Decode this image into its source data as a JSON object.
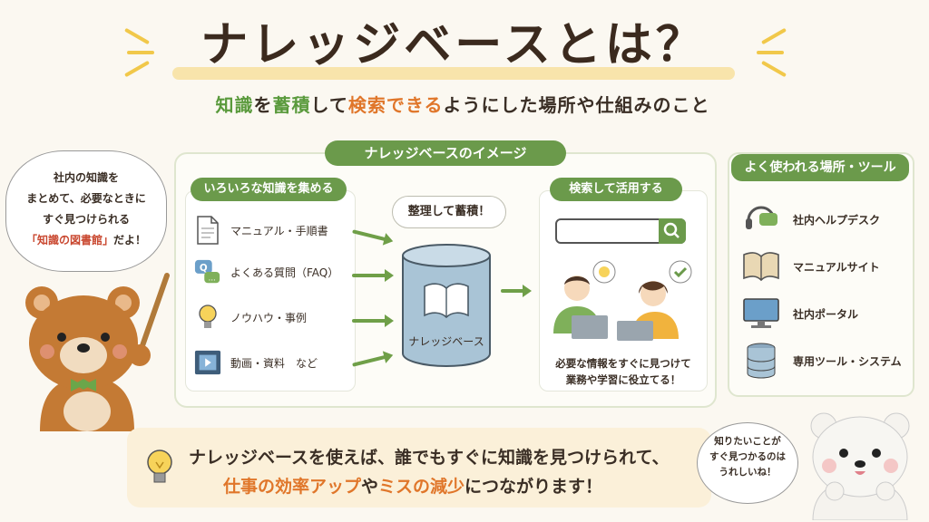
{
  "title": "ナレッジベースとは？",
  "subtitle": {
    "part1": "知識",
    "part2": "を",
    "part3": "蓄積",
    "part4": "して",
    "part5": "検索できる",
    "part6": "ようにした場所や仕組みのこと"
  },
  "image_section": {
    "label": "ナレッジベースのイメージ",
    "collect_label": "いろいろな知識を集める",
    "knowledge_items": [
      {
        "label": "マニュアル・手順書",
        "icon": "document-icon"
      },
      {
        "label": "よくある質問（FAQ）",
        "icon": "faq-bubble-icon"
      },
      {
        "label": "ノウハウ・事例",
        "icon": "lightbulb-icon"
      },
      {
        "label": "動画・資料　など",
        "icon": "video-icon"
      }
    ],
    "organize_label": "整理して蓄積！",
    "database_label": "ナレッジベース",
    "search_label": "検索して活用する",
    "search_caption_line1": "必要な情報をすぐに見つけて",
    "search_caption_line2": "業務や学習に役立てる！"
  },
  "tools": {
    "label": "よく使われる場所・ツール",
    "items": [
      {
        "label": "社内ヘルプデスク",
        "icon": "headset-icon"
      },
      {
        "label": "マニュアルサイト",
        "icon": "book-icon"
      },
      {
        "label": "社内ポータル",
        "icon": "monitor-icon"
      },
      {
        "label": "専用ツール・システム",
        "icon": "database-icon"
      }
    ]
  },
  "left_bubble": {
    "line1": "社内の知識を",
    "line2": "まとめて、必要なときに",
    "line3": "すぐ見つけられる",
    "line4_red": "「知識の図書館」",
    "line4_rest": "だよ！"
  },
  "bottom": {
    "line1": "ナレッジベースを使えば、誰でもすぐに知識を見つけられて、",
    "line2_a": "仕事の効率アップ",
    "line2_b": "や",
    "line2_c": "ミスの減少",
    "line2_d": "につながります！"
  },
  "right_bubble": {
    "line1": "知りたいことが",
    "line2": "すぐ見つかるのは",
    "line3": "うれしいね！"
  },
  "colors": {
    "green": "#6b9a4b",
    "orange": "#e0762a",
    "red": "#c9472f",
    "cream": "#fbf0d9"
  }
}
